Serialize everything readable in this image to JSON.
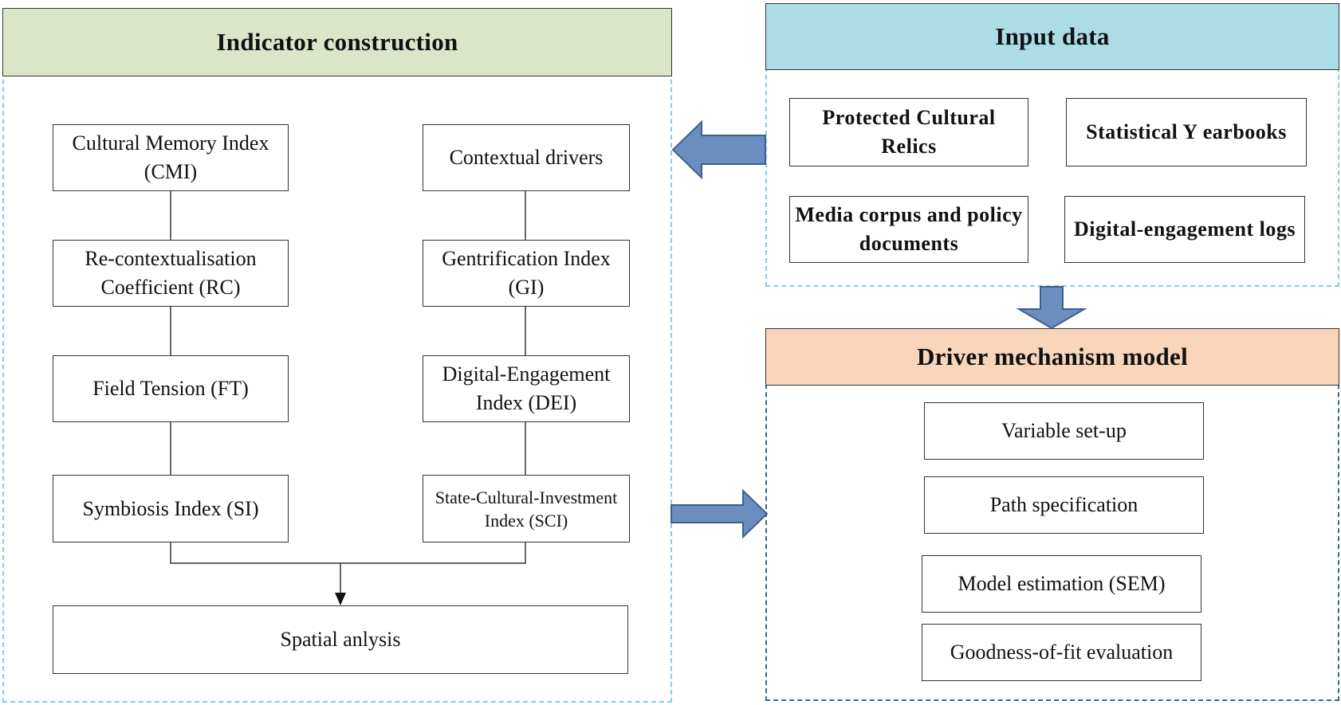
{
  "colors": {
    "indicator_header": "#dbe6c9",
    "input_header": "#acdce6",
    "driver_header": "#f8d5bb",
    "arrow_fill": "#6c8ebf",
    "arrow_stroke": "#3d5f8f",
    "panel_border": "#8ec9df"
  },
  "indicator": {
    "title": "Indicator construction",
    "left_column": [
      "Cultural Memory Index (CMI)",
      "Re-contextualisation Coefficient (RC)",
      "Field Tension (FT)",
      "Symbiosis Index (SI)"
    ],
    "right_column": [
      "Contextual drivers",
      "Gentrification Index (GI)",
      "Digital-Engagement Index (DEI)",
      "State-Cultural-Investment Index (SCI)"
    ],
    "output": "Spatial anlysis"
  },
  "input": {
    "title": "Input data",
    "items": [
      "Protected Cultural Relics",
      "Statistical Y earbooks",
      "Media corpus and policy documents",
      "Digital-engagement logs"
    ]
  },
  "driver": {
    "title": "Driver mechanism model",
    "steps": [
      "Variable set-up",
      "Path specification",
      "Model estimation (SEM)",
      "Goodness-of-fit evaluation"
    ]
  }
}
